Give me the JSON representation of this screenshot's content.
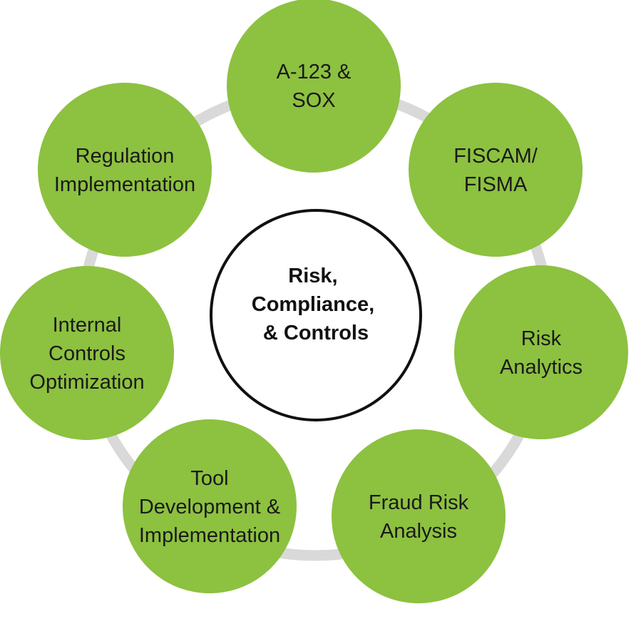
{
  "diagram": {
    "center": {
      "lines": [
        "Risk,",
        "Compliance,",
        "& Controls"
      ]
    },
    "nodes": [
      {
        "id": "a123-sox",
        "lines": [
          "A-123 &",
          "SOX"
        ]
      },
      {
        "id": "fiscam-fisma",
        "lines": [
          "FISCAM/",
          "FISMA"
        ]
      },
      {
        "id": "risk-analytics",
        "lines": [
          "Risk",
          "Analytics"
        ]
      },
      {
        "id": "fraud-risk-analysis",
        "lines": [
          "Fraud Risk",
          "Analysis"
        ]
      },
      {
        "id": "tool-development",
        "lines": [
          "Tool",
          "Development &",
          "Implementation"
        ]
      },
      {
        "id": "internal-controls",
        "lines": [
          "Internal",
          "Controls",
          "Optimization"
        ]
      },
      {
        "id": "regulation-implementation",
        "lines": [
          "Regulation",
          "Implementation"
        ]
      }
    ],
    "colors": {
      "node_fill": "#8dc140",
      "ring": "#d9d9d9",
      "center_fill": "#ffffff",
      "center_stroke": "#111111",
      "text": "#1a1a1a"
    }
  }
}
